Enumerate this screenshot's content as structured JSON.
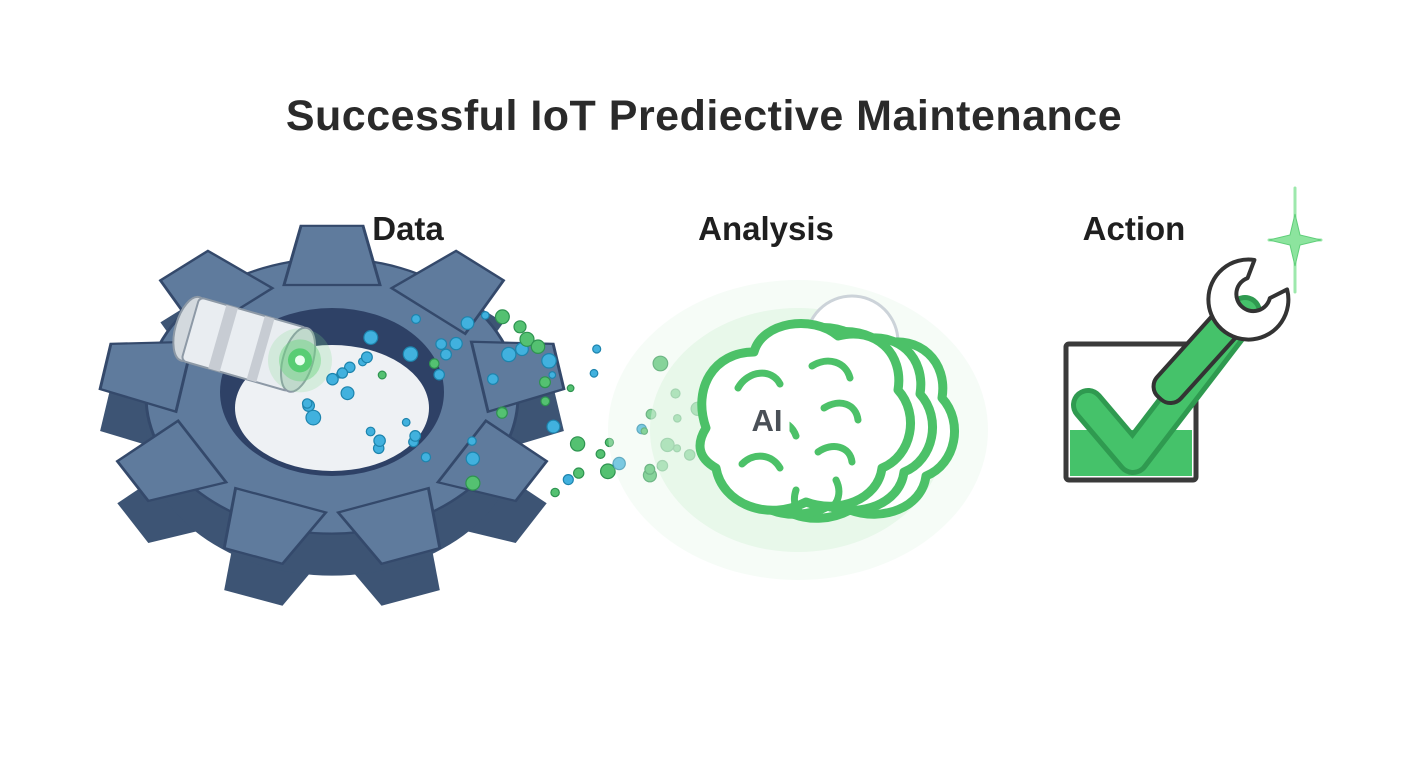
{
  "title": "Successful IoT Prediective Maintenance",
  "stages": [
    {
      "id": "data",
      "label": "Data"
    },
    {
      "id": "analysis",
      "label": "Analysis"
    },
    {
      "id": "action",
      "label": "Action"
    }
  ],
  "ai_badge": {
    "text": "AI"
  },
  "colors": {
    "title_text": "#2a2a2a",
    "label_text": "#1f1f1f",
    "gear_top": "#5f7b9d",
    "gear_side": "#3d5474",
    "gear_edge": "#34496b",
    "gear_hole_wall": "#2e4166",
    "gear_hole_floor": "#eef1f4",
    "sensor_body": "#e9edf1",
    "sensor_glow": "#58cd74",
    "dot_blue": "#41b1de",
    "dot_green": "#54c171",
    "brain_green": "#4cc168",
    "cloud_outline": "#ccd3d9",
    "check_green": "#45c26a",
    "check_green_dark": "#2f9a50",
    "outline_dark": "#3a3a3a",
    "sparkle_green": "#8ce49e"
  }
}
